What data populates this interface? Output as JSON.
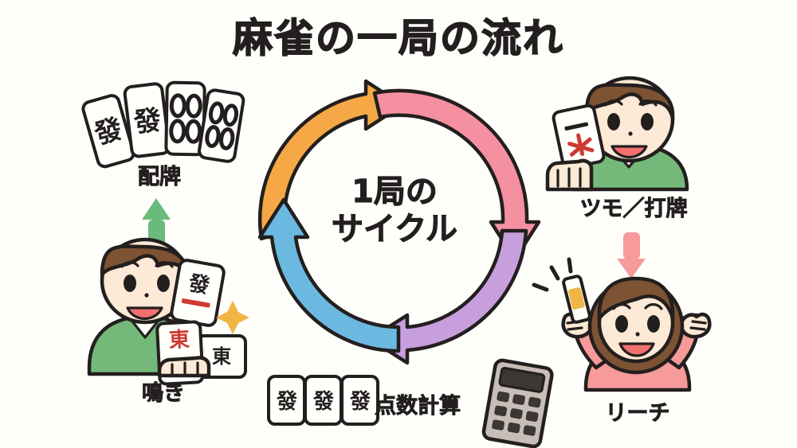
{
  "page": {
    "title": "麻雀の一局の流れ",
    "background_color": "#fefefb",
    "ink_color": "#231f1e"
  },
  "cycle": {
    "center_line1": "1局の",
    "center_line2": "サイクル",
    "segments": [
      {
        "name": "haipai-to-tsumo",
        "color": "#f5a845",
        "label": "orange-arc-arrow",
        "from_deg": 200,
        "to_deg": 305
      },
      {
        "name": "tsumo-to-riichi",
        "color": "#f4909f",
        "label": "pink-arc-arrow",
        "from_deg": 305,
        "to_deg": 20
      },
      {
        "name": "riichi-to-tensuu",
        "color": "#c79fdd",
        "label": "purple-arc-arrow",
        "from_deg": 20,
        "to_deg": 105
      },
      {
        "name": "tensuu-to-naki",
        "color": "#6bb9e0",
        "label": "blue-arc-arrow",
        "from_deg": 105,
        "to_deg": 200
      }
    ]
  },
  "steps": [
    {
      "id": "haipai",
      "label": "配牌",
      "position": "top-left",
      "illustration": "mahjong-tiles-fan",
      "tiles": [
        "發",
        "發",
        "dots",
        "dots"
      ]
    },
    {
      "id": "tsumo-dahai",
      "label": "ツモ／打牌",
      "position": "top-right",
      "illustration": "man-holding-tile",
      "shirt_color": "#74b979",
      "hair_color": "#7d5334",
      "tile_glyph": "一"
    },
    {
      "id": "riichi",
      "label": "リーチ",
      "position": "bottom-right",
      "illustration": "woman-cheering-with-riichi-stick",
      "shirt_color": "#f79a9a",
      "hair_color": "#7d5334",
      "stick_color": "#f0b544"
    },
    {
      "id": "tensuu-keisan",
      "label": "点数計算",
      "position": "bottom-center",
      "illustration": "three-tiles-and-calculator",
      "tiles": [
        "發",
        "發",
        "發"
      ],
      "calculator_color": "#c9bdb8",
      "calculator_key_color": "#3b3735"
    },
    {
      "id": "naki",
      "label": "鳴き",
      "position": "bottom-left",
      "illustration": "man-revealing-called-tiles",
      "shirt_color": "#74b979",
      "hair_color": "#7d5334",
      "sparkle_color": "#f0b544"
    }
  ],
  "connectors": [
    {
      "name": "naki-to-haipai-arrow",
      "direction": "up",
      "color": "#6aba7c"
    },
    {
      "name": "tsumo-to-riichi-arrow",
      "direction": "down",
      "color": "#f79a9a"
    }
  ]
}
